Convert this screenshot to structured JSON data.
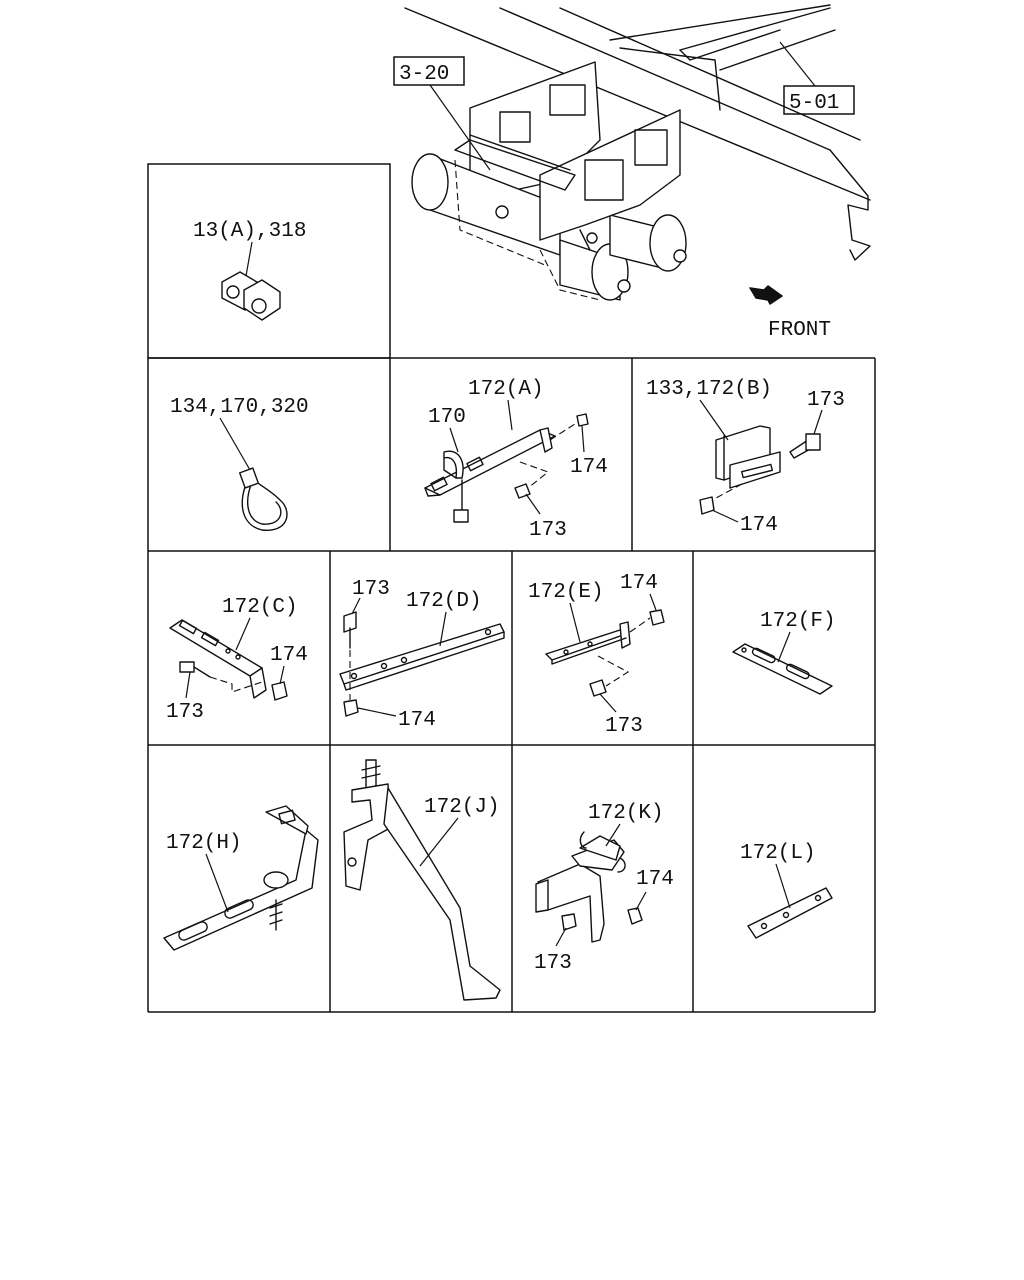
{
  "refs": {
    "frame": "5-01",
    "tank_bracket": "3-20"
  },
  "direction": "FRONT",
  "callouts": {
    "clip": "13(A),318",
    "tie": "134,170,320",
    "a_title": "172(A)",
    "a_band": "170",
    "a_nut": "174",
    "a_bolt": "173",
    "b_title": "133,172(B)",
    "b_bolt": "173",
    "b_nut": "174",
    "c_title": "172(C)",
    "c_nut": "174",
    "c_bolt": "173",
    "d_bolt": "173",
    "d_title": "172(D)",
    "d_nut": "174",
    "e_title": "172(E)",
    "e_nut": "174",
    "e_bolt": "173",
    "f_title": "172(F)",
    "h_title": "172(H)",
    "j_title": "172(J)",
    "k_title": "172(K)",
    "k_nut": "174",
    "k_bolt": "173",
    "l_title": "172(L)"
  },
  "icons": [
    "direction-arrow-icon"
  ]
}
